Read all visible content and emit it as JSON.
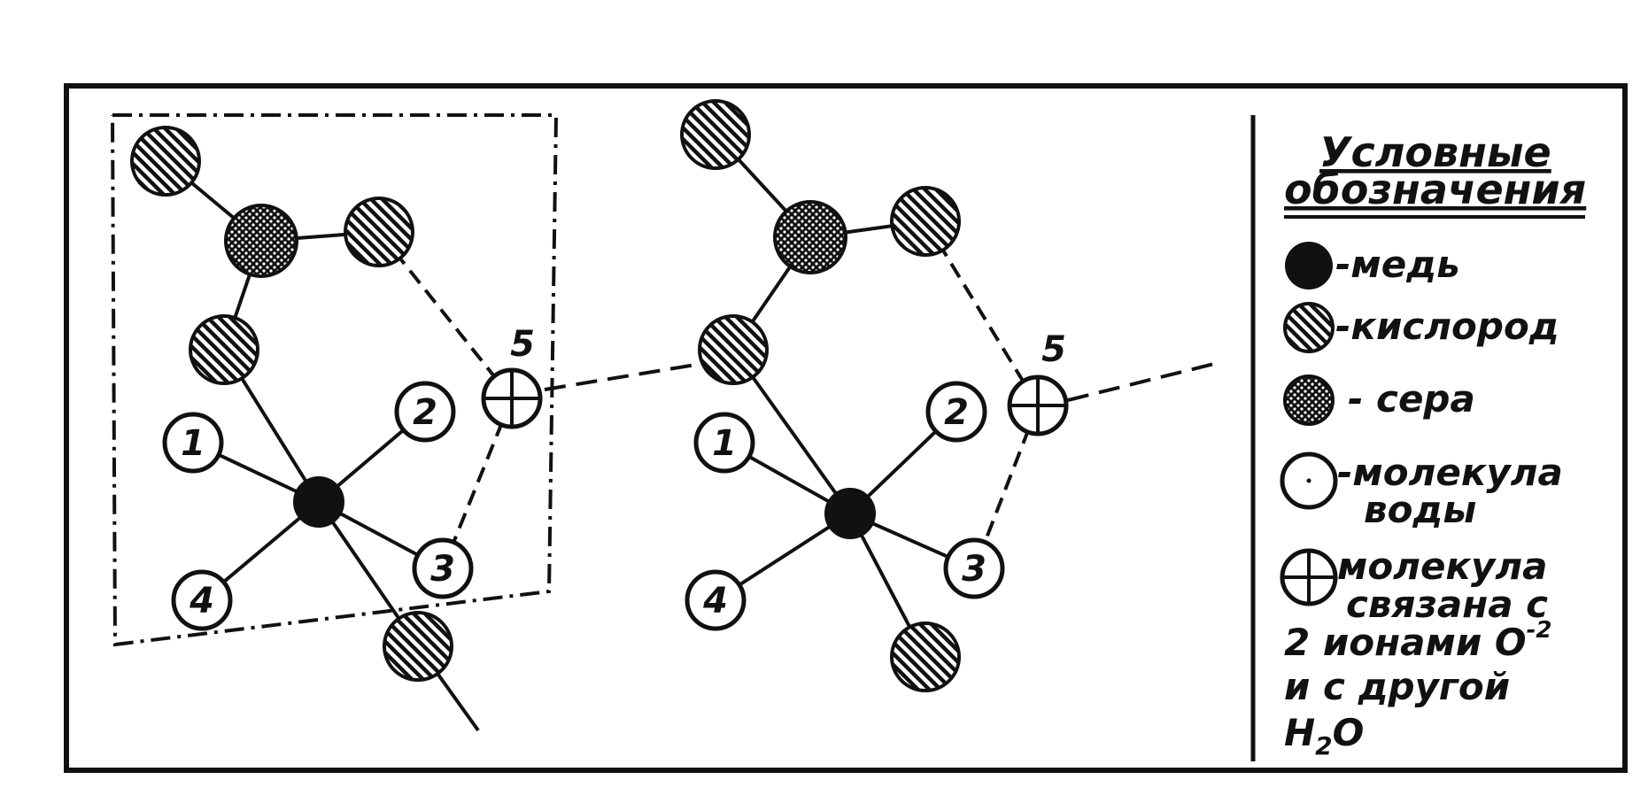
{
  "legend": {
    "title_line1": "Условные",
    "title_line2": "обозначения",
    "copper": "-медь",
    "oxygen": "-кислород",
    "sulfur": "- сера",
    "water_line1": "-молекула",
    "water_line2": "воды",
    "bound_line1": "молекула",
    "bound_line2": "связана с",
    "bound_line3_a": "2 ионами O",
    "bound_line3_sup": "-2",
    "bound_line4": "и с другой",
    "bound_line5_a": "H",
    "bound_line5_sub": "2",
    "bound_line5_b": "O"
  },
  "labels": {
    "w1": "1",
    "w2": "2",
    "w3": "3",
    "w4": "4",
    "w5": "5"
  },
  "colors": {
    "ink": "#111111",
    "paper": "#ffffff"
  }
}
